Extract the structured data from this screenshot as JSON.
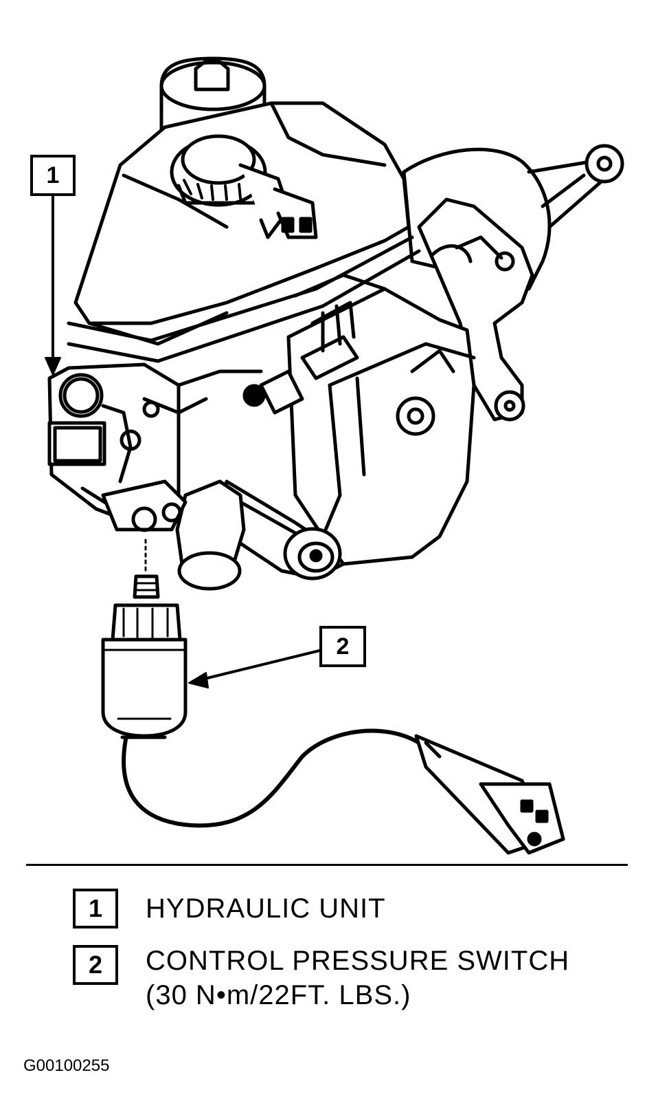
{
  "callouts": [
    {
      "number": "1"
    },
    {
      "number": "2"
    }
  ],
  "legend": [
    {
      "number": "1",
      "label": "HYDRAULIC UNIT",
      "detail": ""
    },
    {
      "number": "2",
      "label": "CONTROL PRESSURE SWITCH",
      "detail": "(30 N•m/22FT. LBS.)"
    }
  ],
  "figure_code": "G00100255"
}
